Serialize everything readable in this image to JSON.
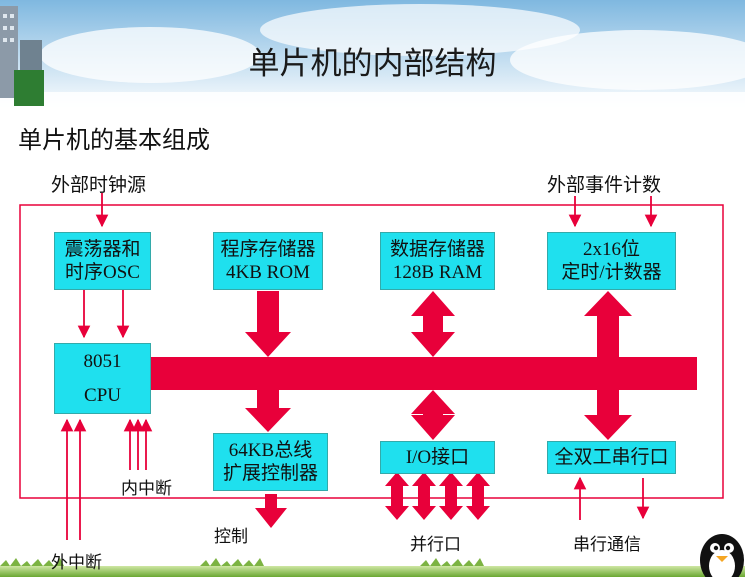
{
  "title": "单片机的内部结构",
  "subtitle": "单片机的基本组成",
  "blocks": {
    "osc": {
      "line1": "震荡器和",
      "line2": "时序OSC"
    },
    "rom": {
      "line1": "程序存储器",
      "line2": "4KB ROM"
    },
    "ram": {
      "line1": "数据存储器",
      "line2": "128B RAM"
    },
    "timer": {
      "line1": "2x16位",
      "line2": "定时/计数器"
    },
    "cpu": {
      "line1": "8051",
      "line2": "CPU"
    },
    "bus_ctrl": {
      "line1": "64KB总线",
      "line2": "扩展控制器"
    },
    "io": {
      "line1": "I/O接口"
    },
    "serial": {
      "line1": "全双工串行口"
    }
  },
  "labels": {
    "ext_clock": "外部时钟源",
    "ext_event": "外部事件计数",
    "int_interrupt": "内中断",
    "ext_interrupt": "外中断",
    "control": "控制",
    "parallel_port": "并行口",
    "serial_comm": "串行通信"
  },
  "colors": {
    "block_fill": "#1fe0ee",
    "bus_red": "#e8003a",
    "line_red": "#e8003a",
    "frame_red": "#e8003a"
  },
  "decor": {
    "top_banner": "sky-clouds-buildings",
    "bottom_banner": "grass",
    "corner_icon": "penguin-icon"
  }
}
